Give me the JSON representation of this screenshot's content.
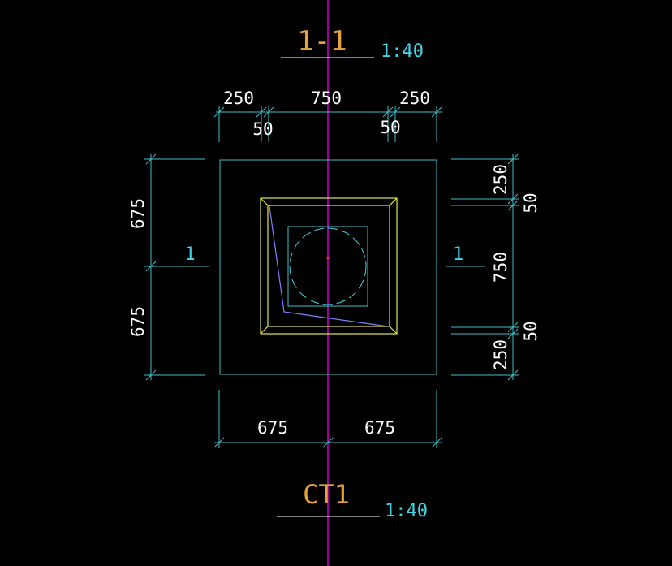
{
  "drawing": {
    "section_title": "1-1",
    "section_scale": "1:40",
    "plan_title": "CT1",
    "plan_scale": "1:40",
    "section_mark_left": "1",
    "section_mark_right": "1"
  },
  "dimensions": {
    "top_row1": [
      "250",
      "750",
      "250"
    ],
    "top_row2": [
      "50",
      "50"
    ],
    "left": [
      "675",
      "675"
    ],
    "right": [
      "250",
      "50",
      "750",
      "50",
      "250"
    ],
    "bottom": [
      "675",
      "675"
    ]
  },
  "colors": {
    "background": "#000000",
    "dimension_lines": "#3fc1c9",
    "centerline": "#e000e0",
    "inner_frame": "#e6e64a",
    "title": "#e8a23a",
    "scale": "#3fd6e8",
    "diagonal": "#8080ff"
  }
}
